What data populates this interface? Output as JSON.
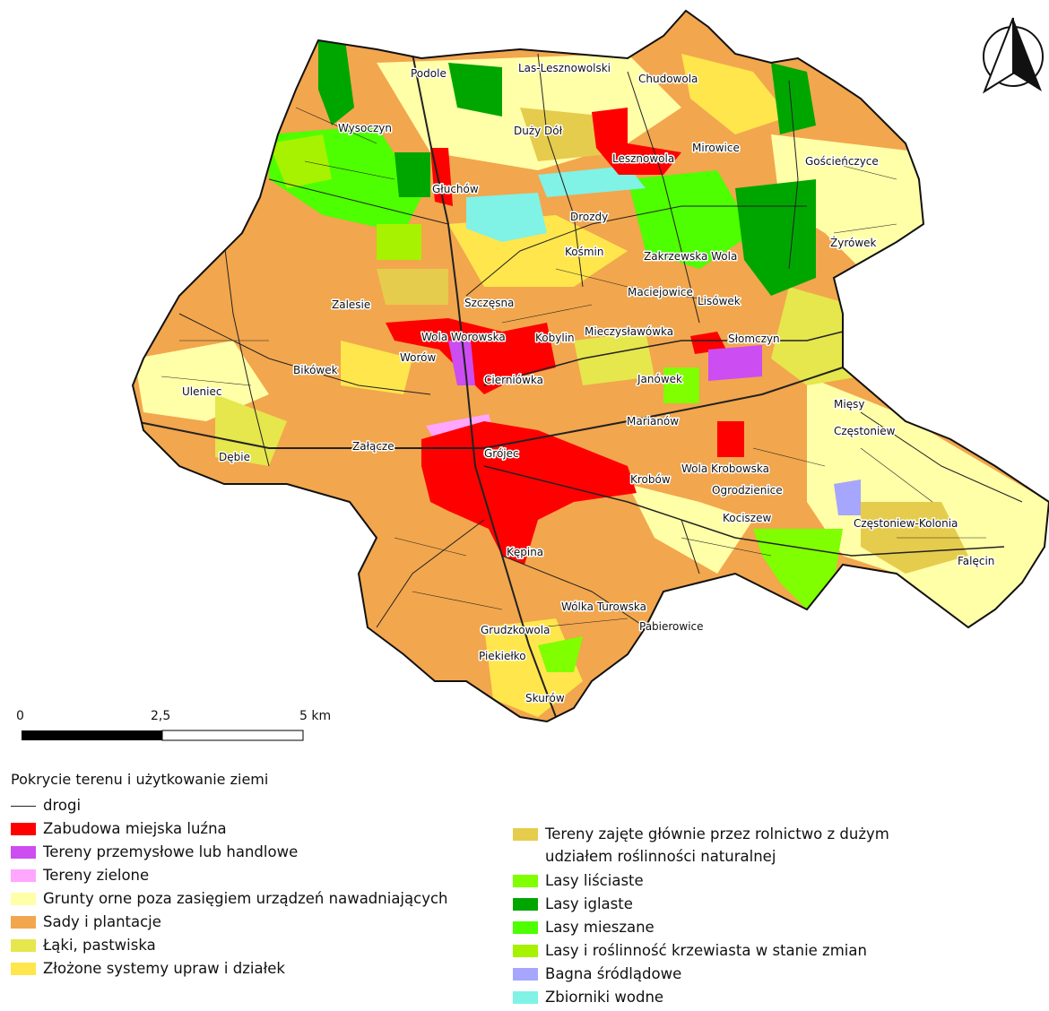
{
  "legend": {
    "title": "Pokrycie terenu i użytkowanie ziemi",
    "left": [
      {
        "label": "drogi",
        "kind": "line",
        "color": "#222222"
      },
      {
        "label": "Zabudowa miejska luźna",
        "kind": "fill",
        "color": "#ff0000"
      },
      {
        "label": "Tereny przemysłowe lub handlowe",
        "kind": "fill",
        "color": "#cc4df2"
      },
      {
        "label": "Tereny zielone",
        "kind": "fill",
        "color": "#ffa6ff"
      },
      {
        "label": "Grunty orne poza zasięgiem urządzeń nawadniających",
        "kind": "fill",
        "color": "#ffffa8"
      },
      {
        "label": "Sady i plantacje",
        "kind": "fill",
        "color": "#f2a64d"
      },
      {
        "label": "Łąki, pastwiska",
        "kind": "fill",
        "color": "#e6e64d"
      },
      {
        "label": "Złożone systemy upraw i działek",
        "kind": "fill",
        "color": "#ffe64d"
      }
    ],
    "right": [
      {
        "label": "Tereny zajęte głównie przez rolnictwo z dużym udziałem roślinności naturalnej",
        "kind": "fill",
        "color": "#e6cc4d"
      },
      {
        "label": "Lasy liściaste",
        "kind": "fill",
        "color": "#80ff00"
      },
      {
        "label": "Lasy iglaste",
        "kind": "fill",
        "color": "#00a600"
      },
      {
        "label": "Lasy mieszane",
        "kind": "fill",
        "color": "#4dff00"
      },
      {
        "label": "Lasy i roślinność krzewiasta w stanie zmian",
        "kind": "fill",
        "color": "#a6f200"
      },
      {
        "label": "Bagna śródlądowe",
        "kind": "fill",
        "color": "#a6a6ff"
      },
      {
        "label": "Zbiorniki wodne",
        "kind": "fill",
        "color": "#80f2e6"
      }
    ]
  },
  "scale": {
    "ticks": [
      "0",
      "2,5",
      "5 km"
    ]
  },
  "places": [
    "Podole",
    "Las-Lesznowolski",
    "Chudowola",
    "Wysoczyn",
    "Duży Dół",
    "Mirowice",
    "Lesznowola",
    "Gościeńczyce",
    "Głuchów",
    "Drozdy",
    "Żyrówek",
    "Kośmin",
    "Zakrzewska Wola",
    "Maciejowice",
    "Lisówek",
    "Zalesie",
    "Szczęsna",
    "Wola Worowska",
    "Kobylin",
    "Mieczysławówka",
    "Słomczyn",
    "Worów",
    "Bikówek",
    "Cierniówka",
    "Janówek",
    "Uleniec",
    "Mięsy",
    "Częstoniew",
    "Marianów",
    "Załącze",
    "Dębie",
    "Grójec",
    "Wola Krobowska",
    "Krobów",
    "Ogrodzienice",
    "Kociszew",
    "Częstoniew-Kolonia",
    "Kępina",
    "Falęcin",
    "Wólka Turowska",
    "Pabierowice",
    "Grudzkowola",
    "Piekiełko",
    "Skurów"
  ]
}
